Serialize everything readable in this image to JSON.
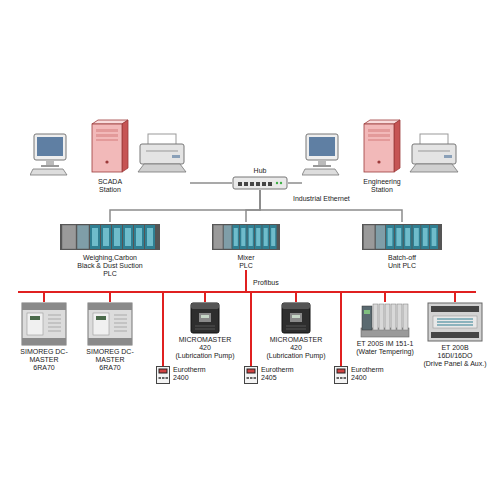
{
  "diagram": {
    "nodes": [
      {
        "text": [
          "SCADA Station"
        ]
      },
      {
        "text": [
          "Engineering Station"
        ]
      },
      {
        "text": [
          "Hub"
        ]
      },
      {
        "text": [
          "Weighing,Carbon Black & Dust Suction PLC"
        ]
      },
      {
        "text": [
          "Mixer PLC"
        ]
      },
      {
        "text": [
          "Batch-off Unit PLC"
        ]
      },
      {
        "text": [
          "SIMOREG DC-MASTER 6RA70"
        ]
      },
      {
        "text": [
          "SIMOREG DC-MASTER 6RA70"
        ]
      },
      {
        "text": [
          "MICROMASTER 420",
          "(Lubrication Pump)"
        ]
      },
      {
        "text": [
          "Eurotherm 2400"
        ]
      },
      {
        "text": [
          "MICROMASTER 420",
          "(Lubrication Pump)"
        ]
      },
      {
        "text": [
          "Eurotherm 2405"
        ]
      },
      {
        "text": [
          "Eurotherm 2400"
        ]
      },
      {
        "text": [
          "ET 200S IM 151-1",
          "(Water Tempering)"
        ]
      },
      {
        "text": [
          "ET 200B 16DI/16DO",
          "(Drive Panel & Aux.)"
        ]
      }
    ],
    "edges": [
      {
        "from": 0,
        "to": 2,
        "arrow": "none"
      },
      {
        "from": 1,
        "to": 2,
        "arrow": "none"
      },
      {
        "from": 2,
        "to": 3,
        "arrow": "none"
      },
      {
        "from": 2,
        "to": 4,
        "arrow": "none"
      },
      {
        "from": 2,
        "to": 5,
        "arrow": "none"
      },
      {
        "from": 4,
        "to": 6,
        "arrow": "none"
      },
      {
        "from": 4,
        "to": 7,
        "arrow": "none"
      },
      {
        "from": 4,
        "to": 8,
        "arrow": "none"
      },
      {
        "from": 4,
        "to": 9,
        "arrow": "none"
      },
      {
        "from": 4,
        "to": 10,
        "arrow": "none"
      },
      {
        "from": 4,
        "to": 11,
        "arrow": "none"
      },
      {
        "from": 4,
        "to": 12,
        "arrow": "none"
      },
      {
        "from": 4,
        "to": 13,
        "arrow": "none"
      },
      {
        "from": 4,
        "to": 14,
        "arrow": "none"
      }
    ],
    "labels": [
      "Industrial Ethernet",
      "Profibus"
    ]
  }
}
